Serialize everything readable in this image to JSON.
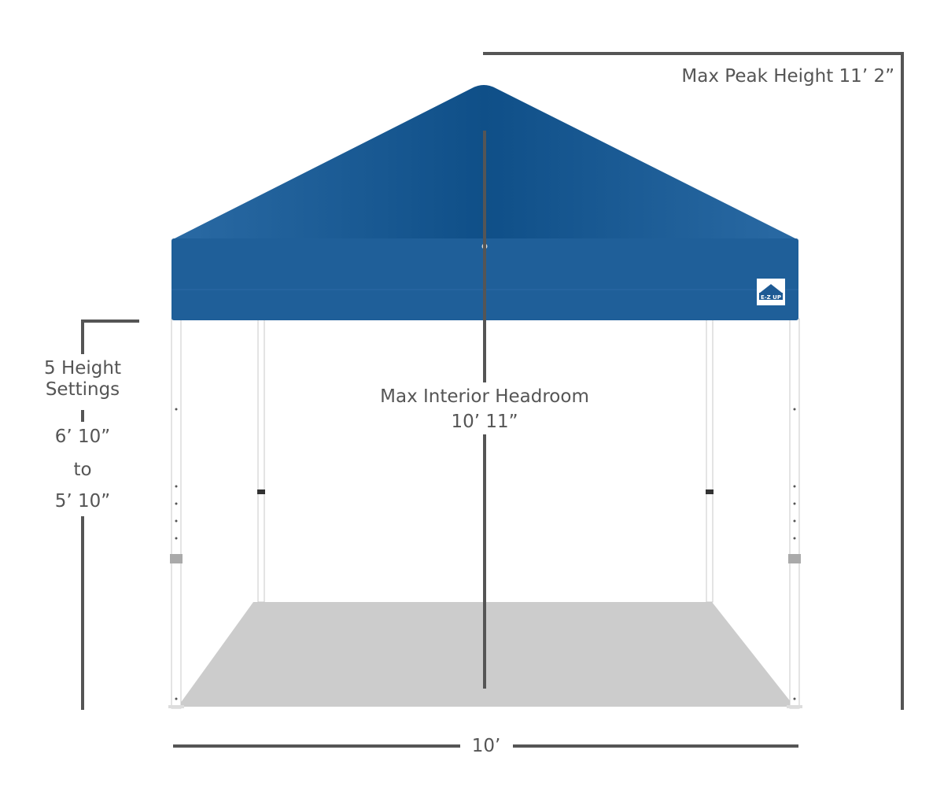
{
  "dimensions": {
    "peak_height": "Max Peak Height 11’ 2”",
    "interior_headroom": {
      "line1": "Max Interior Headroom",
      "line2": "10’ 11”"
    },
    "height_settings": {
      "line1": "5 Height",
      "line2": "Settings",
      "max": "6’ 10”",
      "connector": "to",
      "min": "5’ 10”"
    },
    "width": "10’"
  },
  "brand": {
    "logo_text": "E-Z UP"
  },
  "colors": {
    "canopy": "#1e5a94",
    "canopy_dark": "#0f4a80",
    "canopy_valance": "#1f5f99",
    "frame": "#ffffff",
    "frame_outline": "#c8c8c8",
    "floor": "#cccccc",
    "dimension_lines": "#555555",
    "text": "#555555"
  }
}
